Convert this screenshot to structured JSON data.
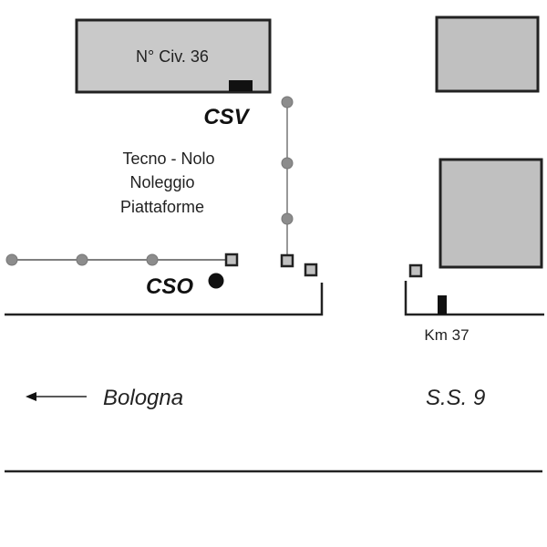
{
  "buildings": {
    "civic_label": "N° Civ. 36"
  },
  "labels": {
    "csv": "CSV",
    "cso": "CSO",
    "company_line1": "Tecno - Nolo",
    "company_line2": "Noleggio",
    "company_line3": "Piattaforme",
    "km": "Km 37",
    "direction": "Bologna",
    "road": "S.S. 9"
  },
  "colors": {
    "building_fill": "#c0c0c0",
    "stroke": "#222222",
    "pole": "#8c8c8c"
  }
}
